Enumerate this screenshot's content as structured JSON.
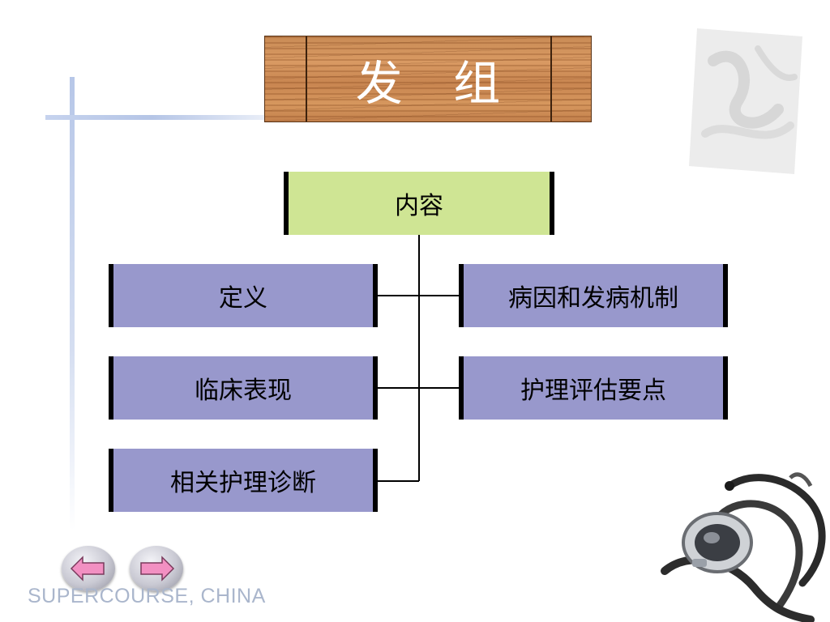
{
  "title": "发 组",
  "root": {
    "label": "内容"
  },
  "left_items": [
    {
      "label": "定义"
    },
    {
      "label": "临床表现"
    },
    {
      "label": "相关护理诊断"
    }
  ],
  "right_items": [
    {
      "label": "病因和发病机制"
    },
    {
      "label": "护理评估要点"
    }
  ],
  "navigation": {
    "prev_icon": "left-arrow-icon",
    "next_icon": "right-arrow-icon"
  },
  "footer": {
    "text": "SUPERCOURSE, CHINA"
  },
  "colors": {
    "root_box": "#cfe594",
    "item_box": "#9898cc",
    "title_wood": "#d08f59",
    "arrow_fill": "#f290c2"
  }
}
